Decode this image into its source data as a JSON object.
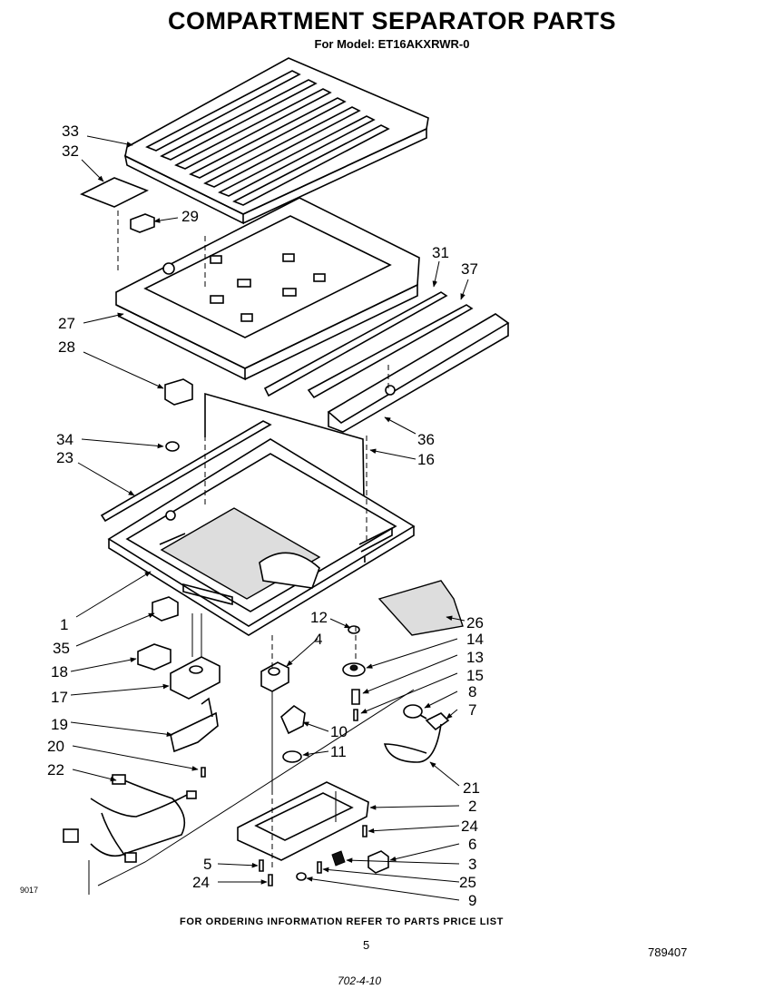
{
  "header": {
    "title": "COMPARTMENT SEPARATOR PARTS",
    "model": "For Model: ET16AKXRWR-0"
  },
  "diagram": {
    "labels": [
      "33",
      "32",
      "29",
      "31",
      "37",
      "27",
      "28",
      "36",
      "34",
      "23",
      "16",
      "1",
      "12",
      "26",
      "35",
      "4",
      "14",
      "18",
      "13",
      "17",
      "15",
      "8",
      "7",
      "19",
      "10",
      "11",
      "20",
      "22",
      "21",
      "2",
      "24",
      "6",
      "5",
      "3",
      "24",
      "25",
      "9"
    ]
  },
  "footer": {
    "note": "FOR ORDERING INFORMATION REFER TO PARTS PRICE LIST",
    "page": "5",
    "doc_number": "789407",
    "handwritten": "702-4-10",
    "corner_code": "9017"
  }
}
